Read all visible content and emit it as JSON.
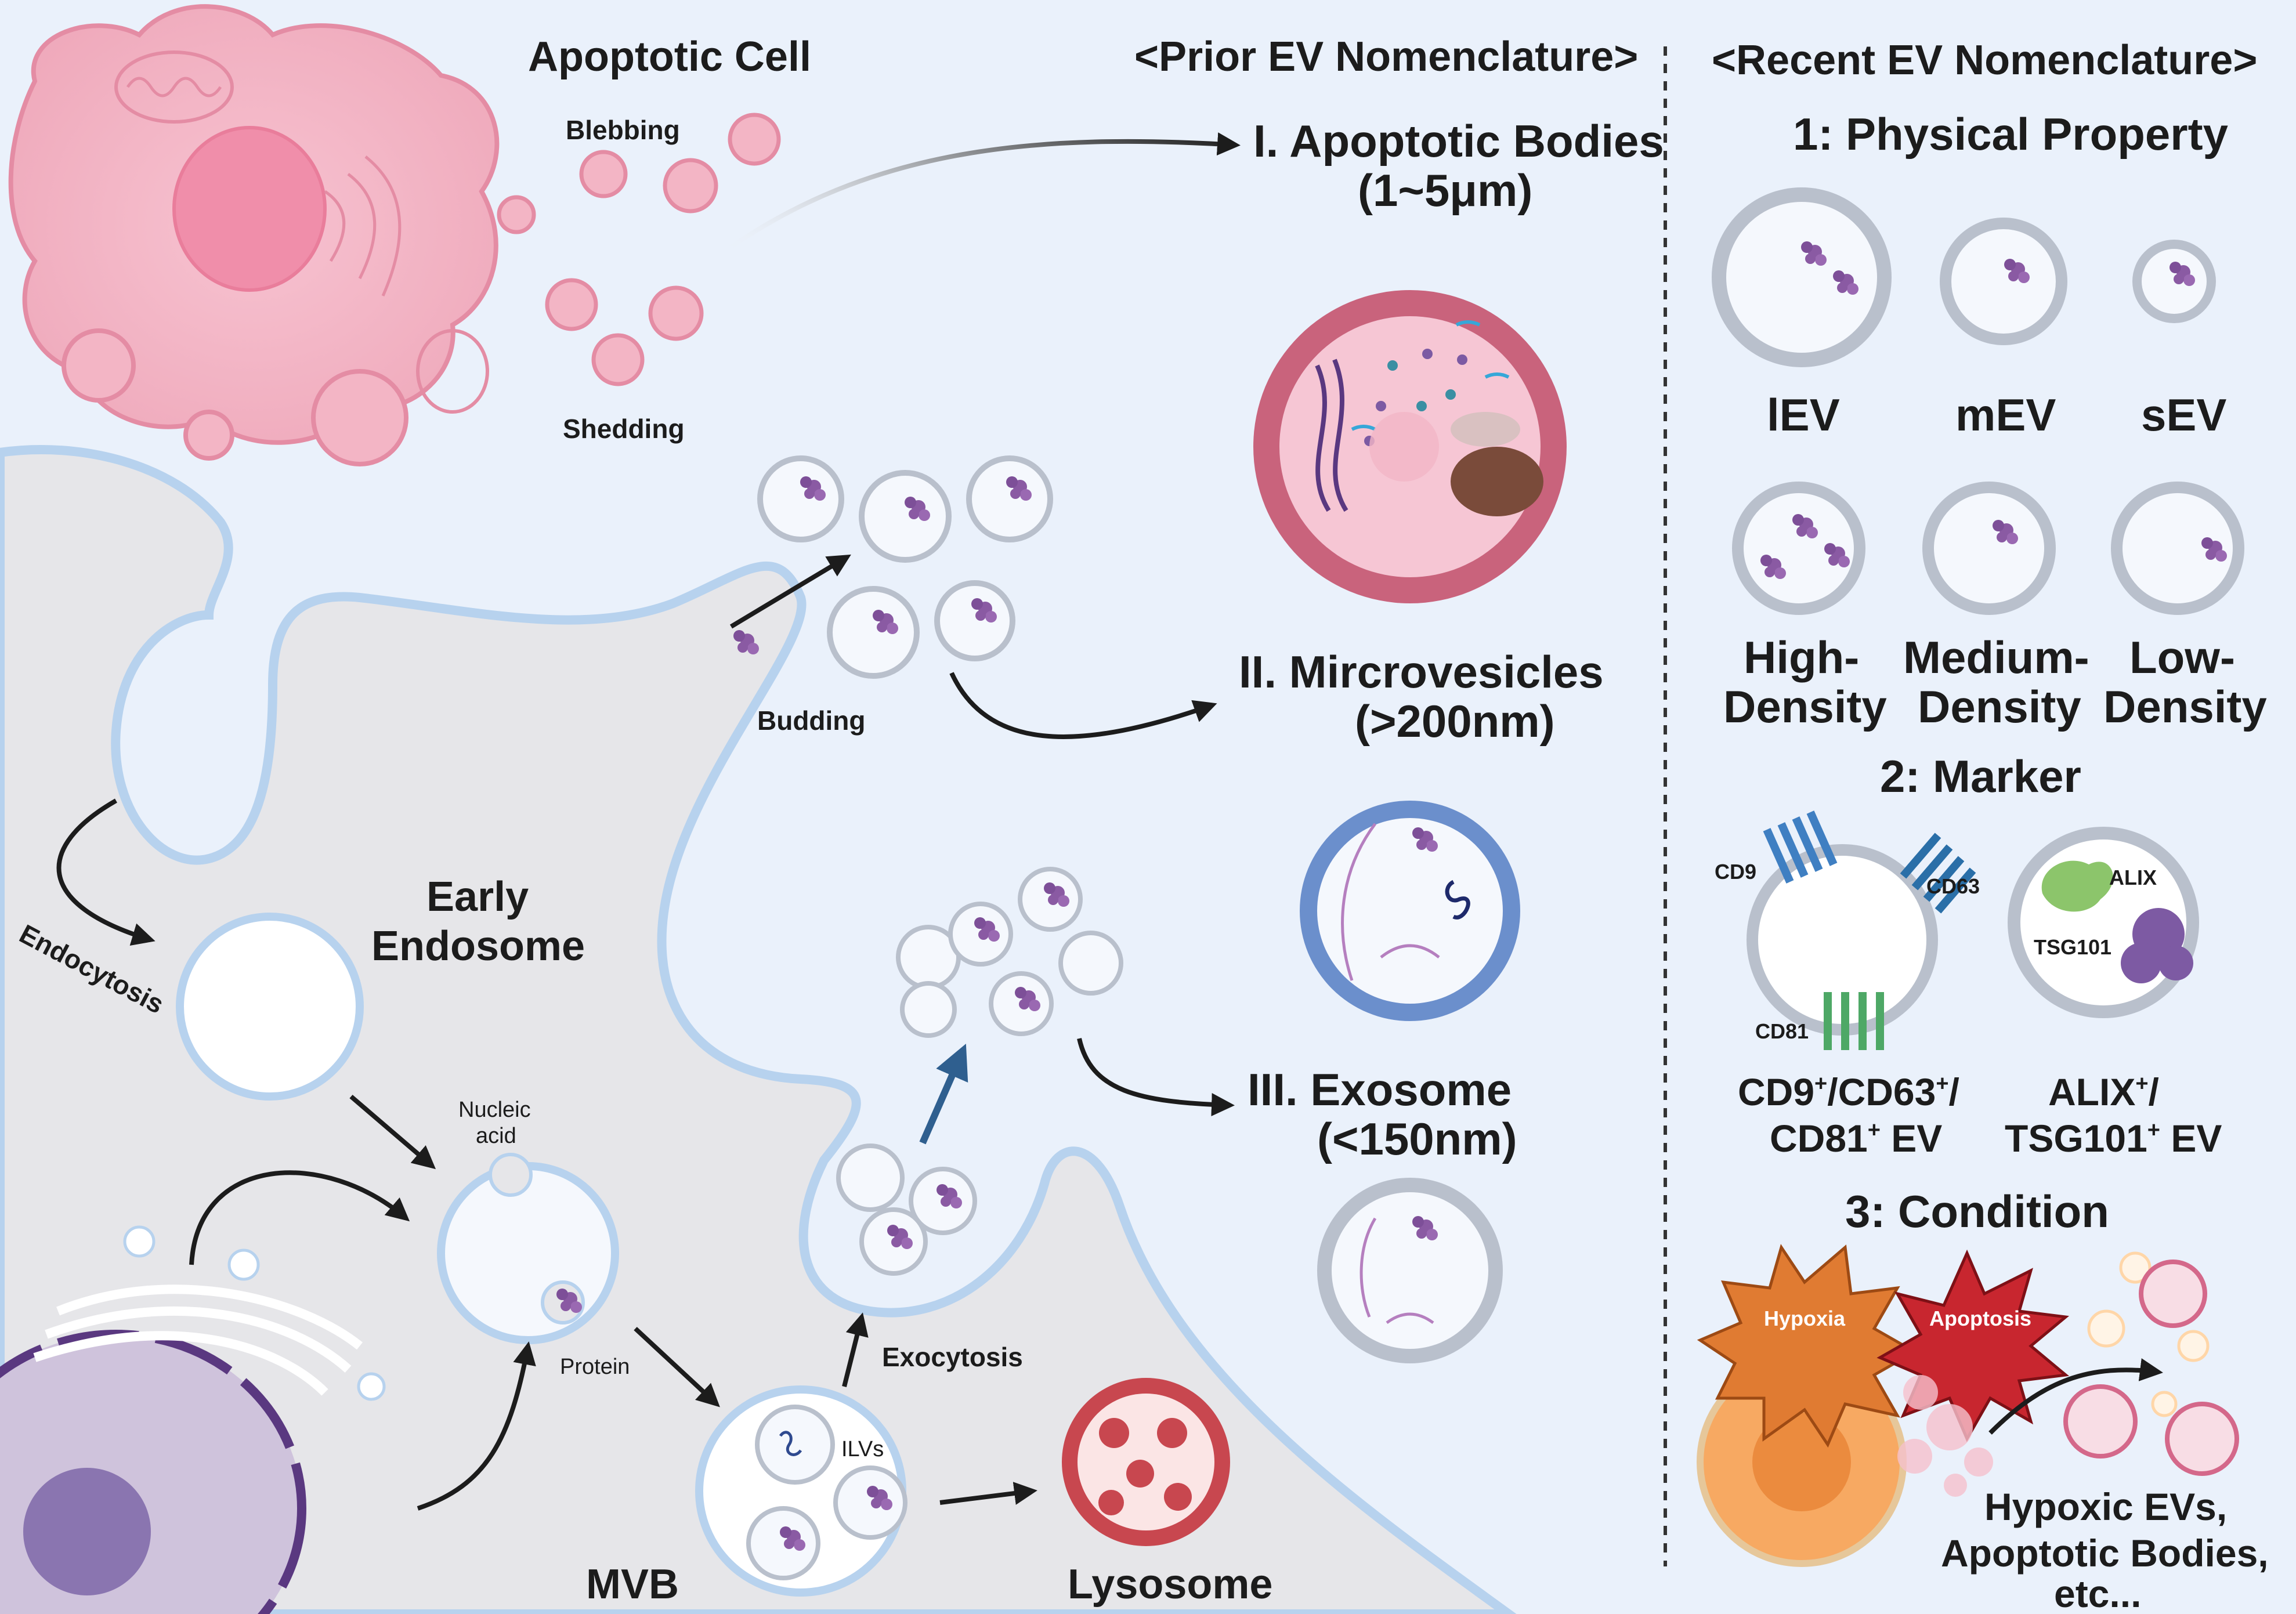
{
  "apoptotic": {
    "title": "Apoptotic Cell",
    "blebbing": "Blebbing",
    "shedding": "Shedding"
  },
  "prior": {
    "header": "<Prior EV Nomenclature>",
    "apoptotic_bodies": {
      "name": "I. Apoptotic Bodies",
      "size": "(1~5μm)"
    },
    "microvesicles": {
      "name": "II. Mircrovesicles",
      "size": "(>200nm)"
    },
    "exosome": {
      "name": "III. Exosome",
      "size": "(<150nm)"
    }
  },
  "cell": {
    "budding": "Budding",
    "endocytosis": "Endocytosis",
    "early_endosome": [
      "Early",
      "Endosome"
    ],
    "nucleic_acid": [
      "Nucleic",
      "acid"
    ],
    "protein": "Protein",
    "exocytosis": "Exocytosis",
    "ilvs": "ILVs",
    "mvb": "MVB",
    "lysosome": "Lysosome"
  },
  "recent": {
    "header": "<Recent EV Nomenclature>",
    "physical": {
      "title": "1: Physical Property",
      "sizes": [
        "lEV",
        "mEV",
        "sEV"
      ],
      "densities": [
        [
          "High-",
          "Density"
        ],
        [
          "Medium-",
          "Density"
        ],
        [
          "Low-",
          "Density"
        ]
      ]
    },
    "marker": {
      "title": "2: Marker",
      "cd9": "CD9",
      "cd63": "CD63",
      "cd81": "CD81",
      "alix": "ALIX",
      "tsg101": "TSG101",
      "tetraspanin_label": {
        "line1": "CD9",
        "sup1": "+",
        "mid1": "/CD63",
        "sup2": "+",
        "end1": "/",
        "line2": "CD81",
        "sup3": "+",
        "end2": " EV"
      },
      "cytosolic_label": {
        "line1": "ALIX",
        "sup1": "+",
        "end1": "/",
        "line2": "TSG101",
        "sup2": "+",
        "end2": " EV"
      }
    },
    "condition": {
      "title": "3: Condition",
      "hypoxia": "Hypoxia",
      "apoptosis": "Apoptosis",
      "result": [
        "Hypoxic EVs,",
        "Apoptotic Bodies,",
        "etc..."
      ]
    }
  },
  "colors": {
    "panel_bg": "#eaf1fb",
    "cytoplasm": "#e6e6e9",
    "membrane": "#b7d2ee",
    "apoptotic_pink": "#f3b5c5",
    "cargo_purple": "#8a5aa3",
    "lysosome_red": "#c8474f",
    "marker_blue": "#3f7fc2",
    "marker_green": "#4ea866",
    "hypoxia_orange": "#e07b32",
    "apoptosis_red": "#c8262f"
  }
}
